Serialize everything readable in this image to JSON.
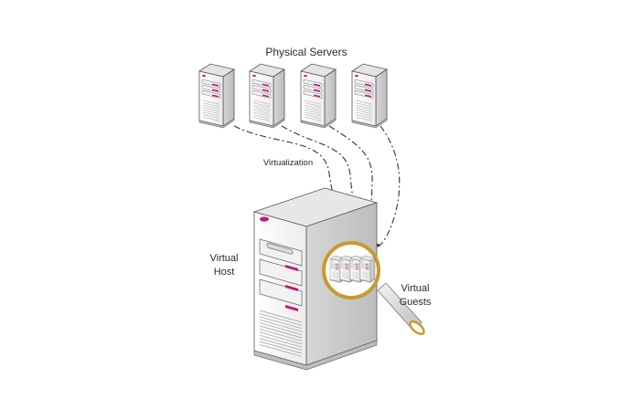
{
  "labels": {
    "physical_servers": "Physical Servers",
    "virtualization": "Virtualization",
    "virtual_host_line1": "Virtual",
    "virtual_host_line2": "Host",
    "virtual_guests_line1": "Virtual",
    "virtual_guests_line2": "Guests"
  },
  "physical_server_count": 4,
  "virtual_guest_count": 4,
  "colors": {
    "accent": "#c0187a",
    "magnifier_rim": "#c99a2e",
    "line": "#333333",
    "server_face": "#f4f4f4",
    "server_side": "#cfcfcf",
    "server_top": "#e4e4e4"
  },
  "icons": [
    "tower-server-icon",
    "magnifying-glass-icon"
  ]
}
